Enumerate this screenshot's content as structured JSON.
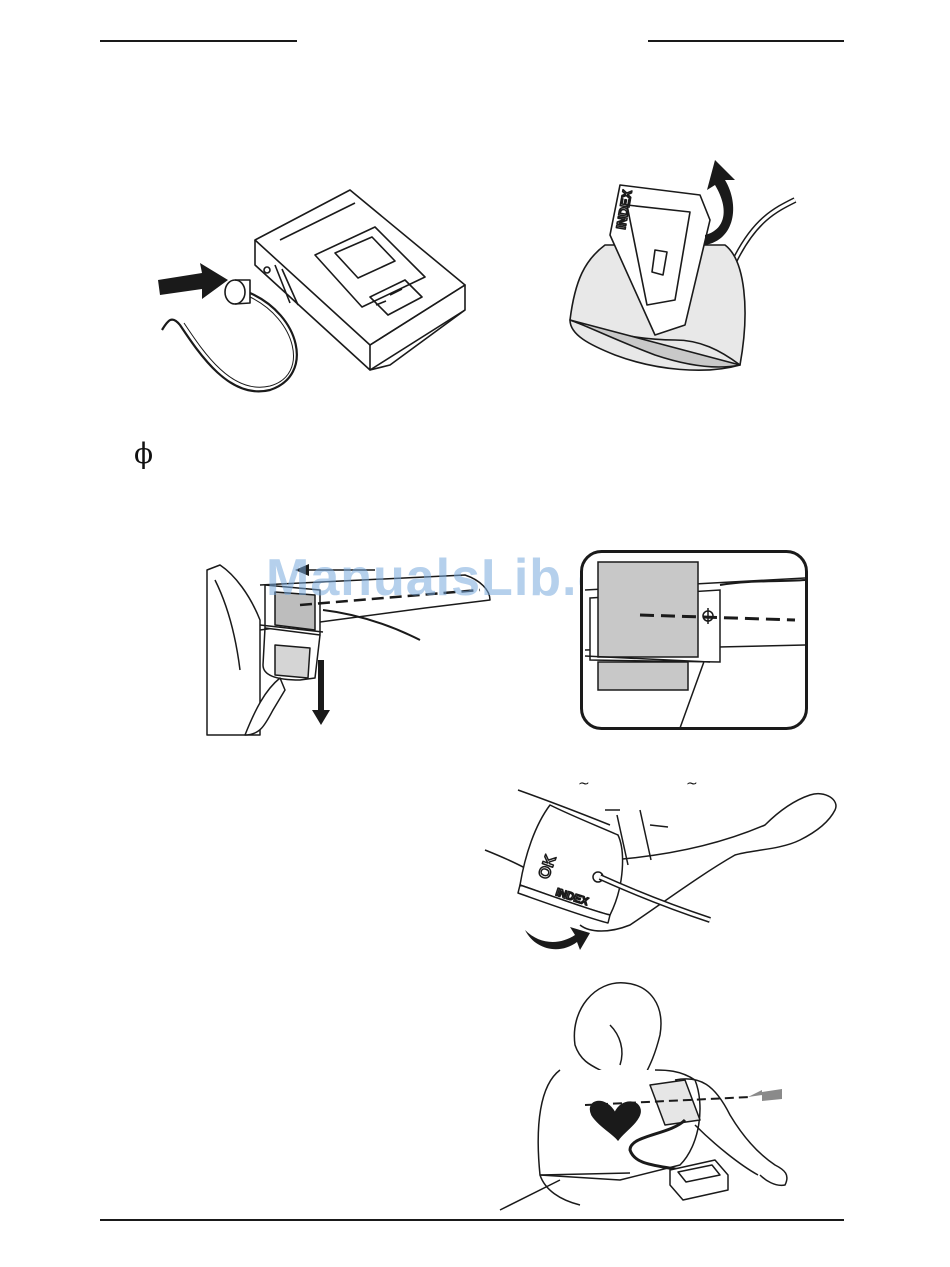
{
  "page": {
    "symbol": "ϕ",
    "watermark": "ManualsLib.com",
    "tilde_left": "~",
    "tilde_right": "~"
  },
  "figures": {
    "cuff_index_label": "INDEX",
    "cuff_ok_label": "OK",
    "cuff_index_label_2": "INDEX",
    "cuff_marker": "ϕ"
  },
  "colors": {
    "line": "#1a1a1a",
    "watermark": "#78aadc",
    "cuff_fill": "#d8d8d8"
  }
}
